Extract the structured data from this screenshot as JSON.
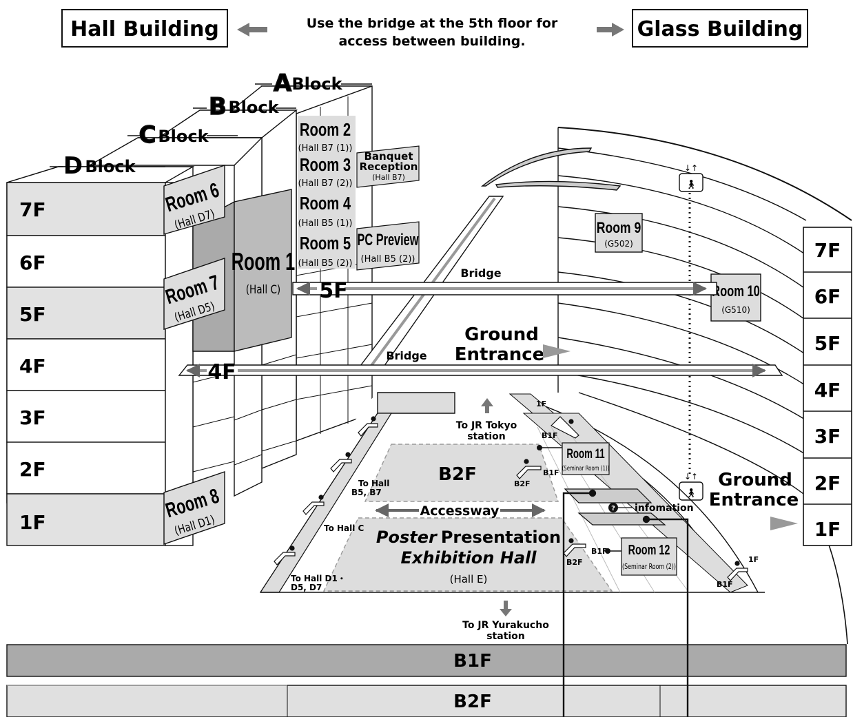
{
  "header": {
    "hall_building": "Hall Building",
    "glass_building": "Glass Building",
    "bridge_note_line1": "Use the bridge at the 5th floor for",
    "bridge_note_line2": "access between building."
  },
  "blocks": {
    "a": {
      "letter": "A",
      "word": "Block"
    },
    "b": {
      "letter": "B",
      "word": "Block"
    },
    "c": {
      "letter": "C",
      "word": "Block"
    },
    "d": {
      "letter": "D",
      "word": "Block"
    }
  },
  "hall_floors": [
    "7F",
    "6F",
    "5F",
    "4F",
    "3F",
    "2F",
    "1F"
  ],
  "glass_floors": [
    "7F",
    "6F",
    "5F",
    "4F",
    "3F",
    "2F",
    "1F"
  ],
  "rooms": {
    "room1": {
      "name": "Room 1",
      "sub": "(Hall C)"
    },
    "room2": {
      "name": "Room 2",
      "sub": "(Hall B7 (1))"
    },
    "room3": {
      "name": "Room 3",
      "sub": "(Hall B7 (2))"
    },
    "room4": {
      "name": "Room 4",
      "sub": "(Hall B5 (1))"
    },
    "room5": {
      "name": "Room 5",
      "sub": "(Hall B5 (2))"
    },
    "room6": {
      "name": "Room 6",
      "sub": "(Hall D7)"
    },
    "room7": {
      "name": "Room 7",
      "sub": "(Hall D5)"
    },
    "room8": {
      "name": "Room 8",
      "sub": "(Hall D1)"
    },
    "room9": {
      "name": "Room 9",
      "sub": "(G502)"
    },
    "room10": {
      "name": "Room 10",
      "sub": "(G510)"
    },
    "room11": {
      "name": "Room 11",
      "sub": "(Seminar Room (1))"
    },
    "room12": {
      "name": "Room 12",
      "sub": "(Seminar Room (2))"
    }
  },
  "banquet": {
    "line1": "Banquet",
    "line2": "Reception",
    "sub": "(Hall B7)"
  },
  "pc_preview": {
    "name": "PC Preview",
    "sub": "(Hall B5 (2))"
  },
  "bridges": {
    "level_5f": "5F",
    "level_4f": "4F",
    "upper_label": "Bridge",
    "lower_label": "Bridge"
  },
  "entrances": {
    "ground_center_line1": "Ground",
    "ground_center_line2": "Entrance",
    "ground_right_line1": "Ground",
    "ground_right_line2": "Entrance"
  },
  "basement": {
    "b2f_area": "B2F",
    "accessway": "Accessway",
    "poster_line1_italic": "Poster",
    "poster_line1_rest": "Presentation",
    "poster_line2": "Exhibition Hall",
    "hall_e": "(Hall E)",
    "to_hall_b": "To Hall",
    "to_hall_b_line2": "B5, B7",
    "to_hall_c": "To Hall C",
    "to_hall_d": "To Hall D1・",
    "to_hall_d_line2": "D5, D7",
    "to_jr_tokyo": "To JR Tokyo",
    "to_jr_tokyo_line2": "station",
    "to_jr_yurakucho": "To JR Yurakucho",
    "to_jr_yurakucho_line2": "station",
    "information": "infomation"
  },
  "escalator_labels": {
    "upper_1f": "1F",
    "upper_b1f": "B1F",
    "mid_b1f": "B1F",
    "mid_b2f": "B2F",
    "low_b1f": "B1F",
    "low_b2f": "B2F",
    "right_1f": "1F",
    "right_b1f": "B1F"
  },
  "levels": {
    "b1f": "B1F",
    "b2f": "B2F"
  },
  "colors": {
    "gray_dark": "#aaaaaa",
    "gray_mid": "#cccccc",
    "gray_light": "#e0e0e0",
    "stroke": "#1a1a1a"
  }
}
